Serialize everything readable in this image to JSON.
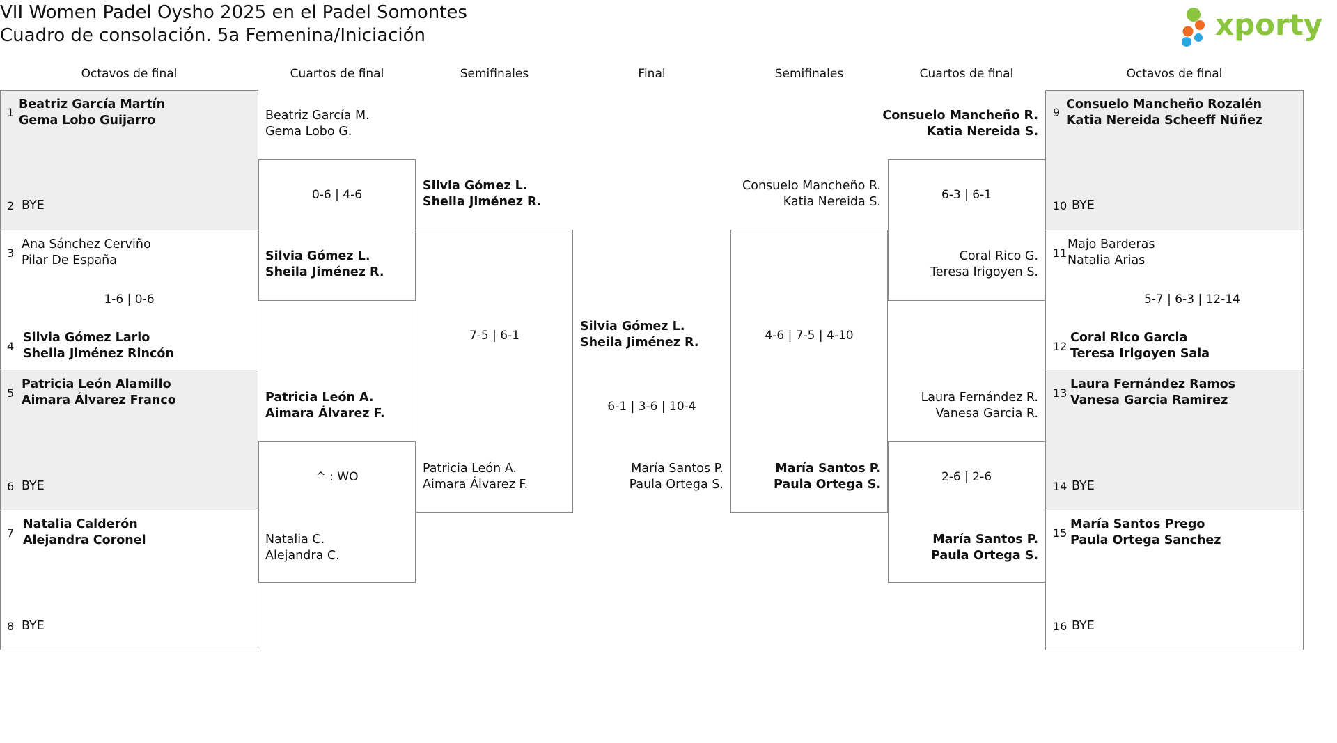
{
  "header": {
    "title_line1": "VII Women Padel Oysho 2025 en el Padel Somontes",
    "title_line2": "Cuadro de consolación. 5a Femenina/Iniciación",
    "logo_text": "xporty",
    "logo_colors": [
      "#2aa6e0",
      "#8bc53f",
      "#f26b22"
    ]
  },
  "rounds": {
    "left_r16": "Octavos de final",
    "left_qf": "Cuartos de final",
    "left_sf": "Semifinales",
    "final": "Final",
    "right_sf": "Semifinales",
    "right_qf": "Cuartos de final",
    "right_r16": "Octavos de final"
  },
  "left_r16": [
    {
      "n1": "1",
      "p1a": "Beatriz García Martín",
      "p1b": "Gema Lobo Guijarro",
      "n2": "2",
      "p2a": "BYE",
      "p2b": "",
      "score": ""
    },
    {
      "n1": "3",
      "p1a": "Ana Sánchez Cerviño",
      "p1b": "Pilar De España",
      "n2": "4",
      "p2a": "Silvia Gómez Lario",
      "p2b": "Sheila Jiménez Rincón",
      "score": "1-6 | 0-6"
    },
    {
      "n1": "5",
      "p1a": "Patricia León Alamillo",
      "p1b": "Aimara Álvarez Franco",
      "n2": "6",
      "p2a": "BYE",
      "p2b": "",
      "score": ""
    },
    {
      "n1": "7",
      "p1a": "Natalia Calderón",
      "p1b": "Alejandra Coronel",
      "n2": "8",
      "p2a": "BYE",
      "p2b": "",
      "score": ""
    }
  ],
  "left_qf": [
    {
      "a1": "Beatriz García M.",
      "a2": "Gema Lobo G.",
      "b1": "Silvia Gómez L.",
      "b2": "Sheila Jiménez R.",
      "score": "0-6 | 4-6"
    },
    {
      "a1": "Patricia León A.",
      "a2": "Aimara Álvarez F.",
      "b1": "Natalia C.",
      "b2": "Alejandra C.",
      "score": "^ : WO"
    }
  ],
  "left_sf": {
    "a1": "Silvia Gómez L.",
    "a2": "Sheila Jiménez R.",
    "b1": "Patricia León A.",
    "b2": "Aimara Álvarez F.",
    "score": "7-5 | 6-1"
  },
  "final": {
    "a1": "Silvia Gómez L.",
    "a2": "Sheila Jiménez R.",
    "b1": "María Santos P.",
    "b2": "Paula Ortega S.",
    "score": "6-1 | 3-6 | 10-4"
  },
  "right_sf": {
    "a1": "Consuelo Mancheño R.",
    "a2": "Katia Nereida S.",
    "b1": "María Santos P.",
    "b2": "Paula Ortega S.",
    "score": "4-6 | 7-5 | 4-10"
  },
  "right_qf": [
    {
      "a1": "Consuelo Mancheño R.",
      "a2": "Katia Nereida S.",
      "b1": "Coral Rico G.",
      "b2": "Teresa Irigoyen S.",
      "score": "6-3 | 6-1"
    },
    {
      "a1": "Laura Fernández R.",
      "a2": "Vanesa Garcia R.",
      "b1": "María Santos P.",
      "b2": "Paula Ortega S.",
      "score": "2-6 | 2-6"
    }
  ],
  "right_r16": [
    {
      "n1": "9",
      "p1a": "Consuelo Mancheño Rozalén",
      "p1b": "Katia Nereida Scheeff Núñez",
      "n2": "10",
      "p2a": "BYE",
      "p2b": "",
      "score": ""
    },
    {
      "n1": "11",
      "p1a": "Majo Barderas",
      "p1b": "Natalia Arias",
      "n2": "12",
      "p2a": "Coral Rico Garcia",
      "p2b": "Teresa Irigoyen Sala",
      "score": "5-7 | 6-3 | 12-14"
    },
    {
      "n1": "13",
      "p1a": "Laura Fernández Ramos",
      "p1b": "Vanesa Garcia Ramirez",
      "n2": "14",
      "p2a": "BYE",
      "p2b": "",
      "score": ""
    },
    {
      "n1": "15",
      "p1a": "María Santos Prego",
      "p1b": "Paula Ortega Sanchez",
      "n2": "16",
      "p2a": "BYE",
      "p2b": "",
      "score": ""
    }
  ]
}
